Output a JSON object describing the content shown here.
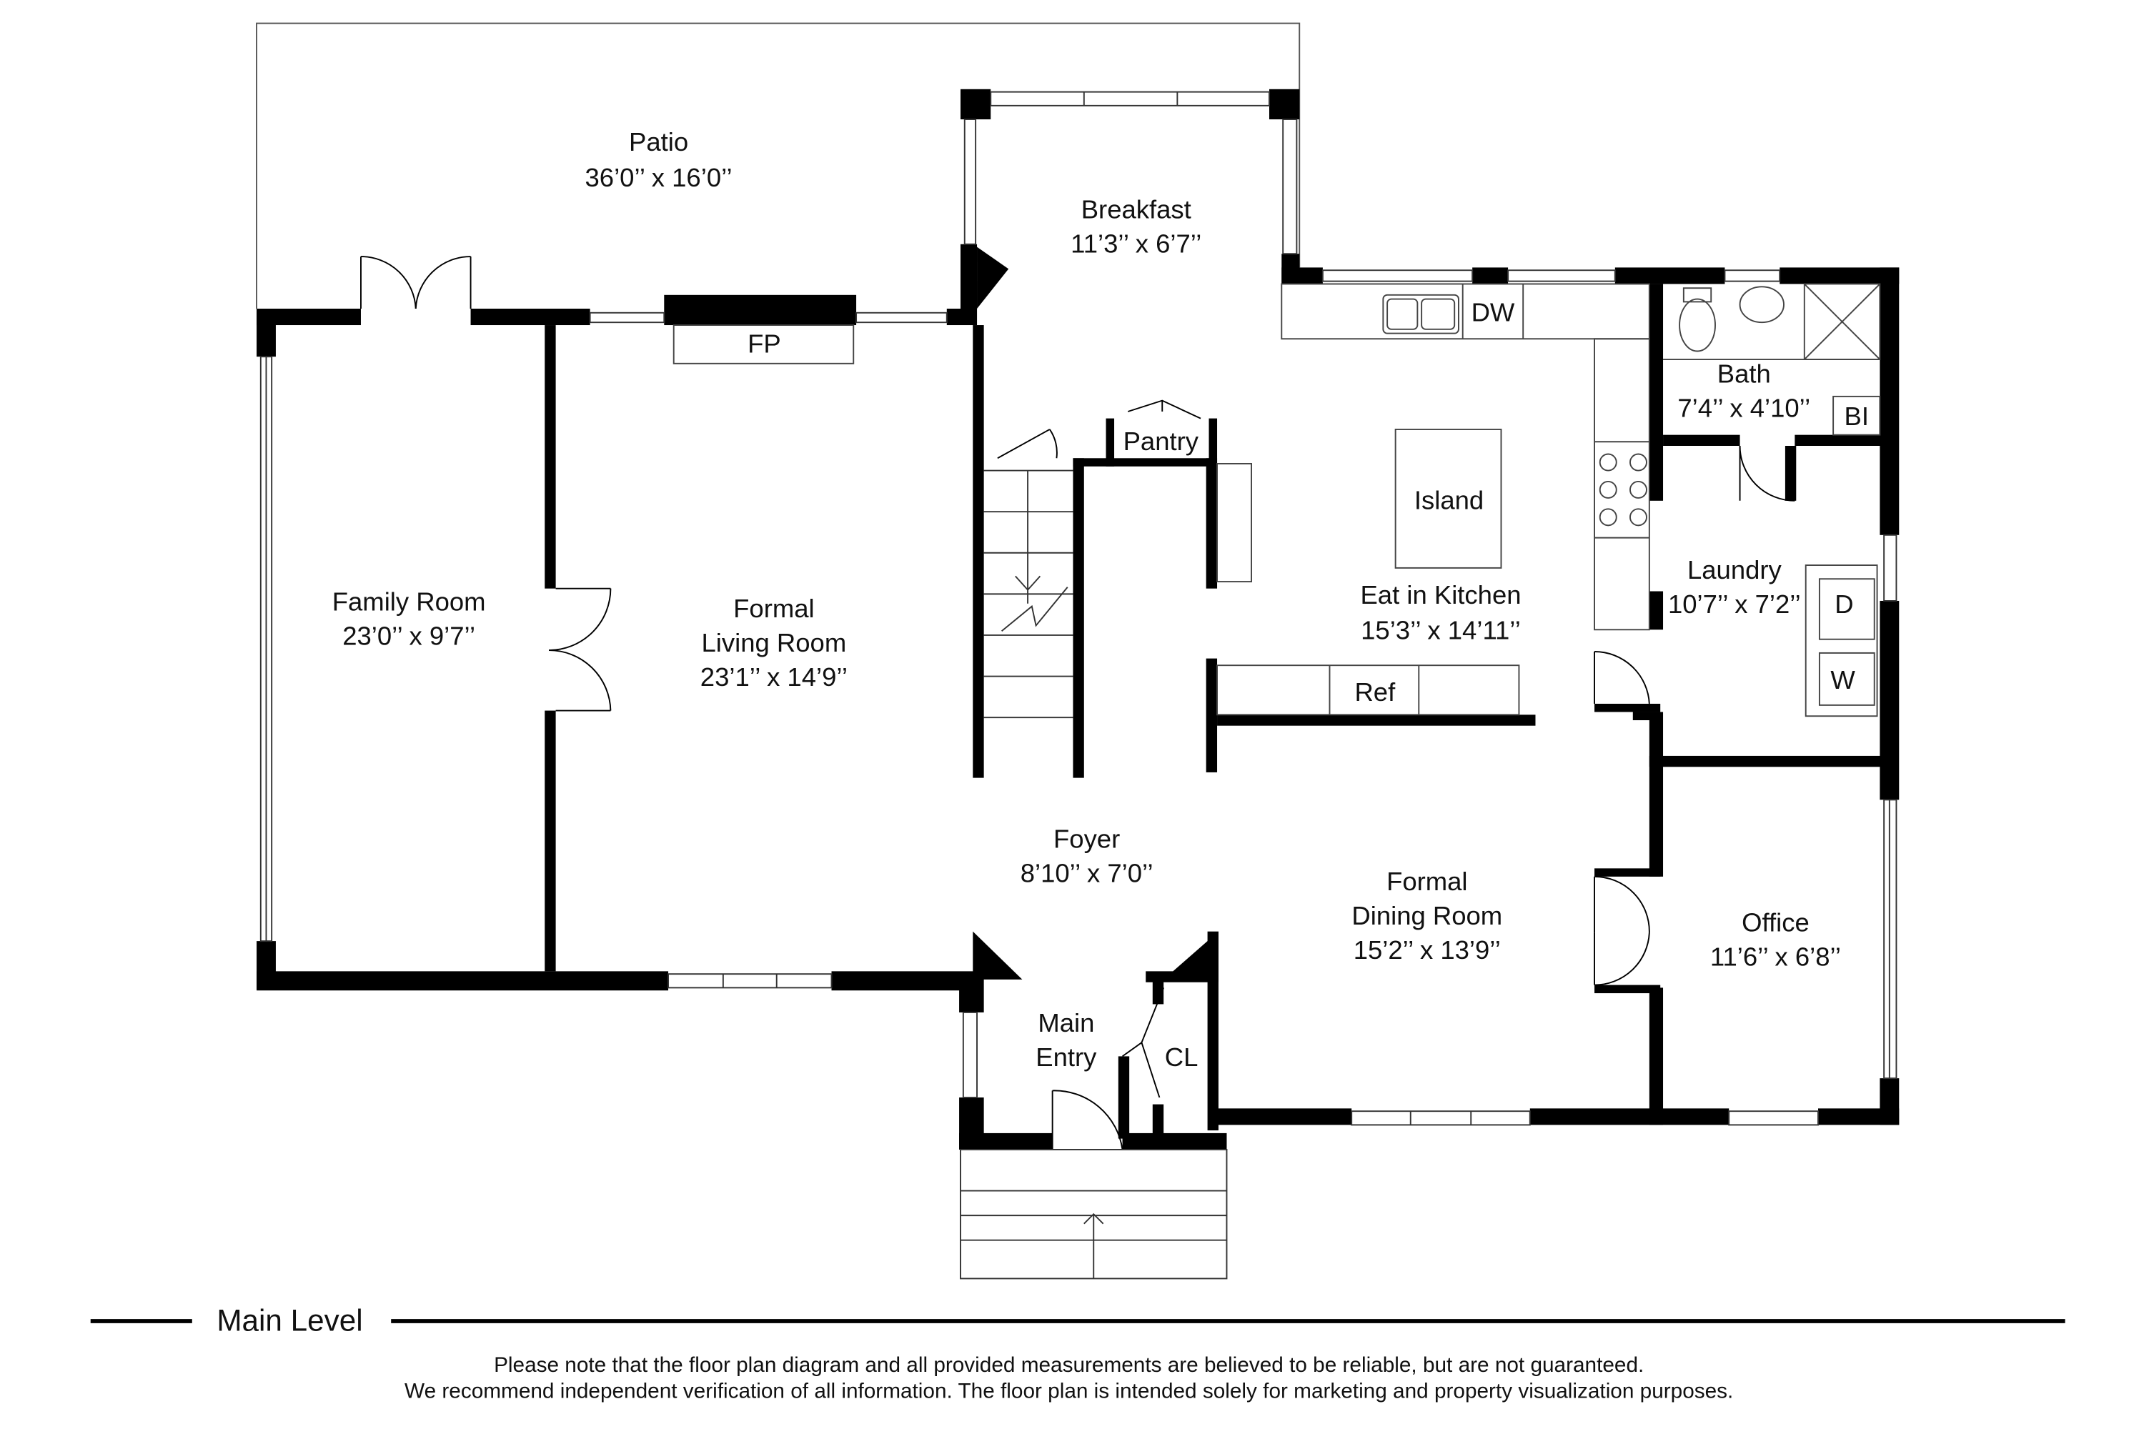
{
  "rooms": {
    "patio": {
      "name": "Patio",
      "dims": "36’0’’ x 16’0’’"
    },
    "breakfast": {
      "name": "Breakfast",
      "dims": "11’3’’ x 6’7’’"
    },
    "family_room": {
      "name": "Family Room",
      "dims": "23’0’’ x 9’7’’"
    },
    "living_room": {
      "name_line1": "Formal",
      "name_line2": "Living Room",
      "dims": "23’1’’ x 14’9’’"
    },
    "kitchen": {
      "name": "Eat in Kitchen",
      "dims": "15’3’’ x 14’11’’"
    },
    "bath": {
      "name": "Bath",
      "dims": "7’4’’ x 4’10’’"
    },
    "laundry": {
      "name": "Laundry",
      "dims": "10’7’’ x 7’2’’"
    },
    "foyer": {
      "name": "Foyer",
      "dims": "8’10’’ x 7’0’’"
    },
    "dining_room": {
      "name_line1": "Formal",
      "name_line2": "Dining Room",
      "dims": "15’2’’ x 13’9’’"
    },
    "office": {
      "name": "Office",
      "dims": "11’6’’ x 6’8’’"
    },
    "main_entry": {
      "name_line1": "Main",
      "name_line2": "Entry"
    }
  },
  "fixtures": {
    "fireplace": "FP",
    "dishwasher": "DW",
    "pantry": "Pantry",
    "island": "Island",
    "refrigerator": "Ref",
    "built_in": "BI",
    "dryer": "D",
    "washer": "W",
    "closet": "CL"
  },
  "footer": {
    "level": "Main Level",
    "disclaimer_line1": "Please note that the floor plan diagram and all provided measurements are believed to be reliable, but are not guaranteed.",
    "disclaimer_line2": "We recommend independent verification of all information. The floor plan is intended solely for marketing and property visualization purposes."
  }
}
